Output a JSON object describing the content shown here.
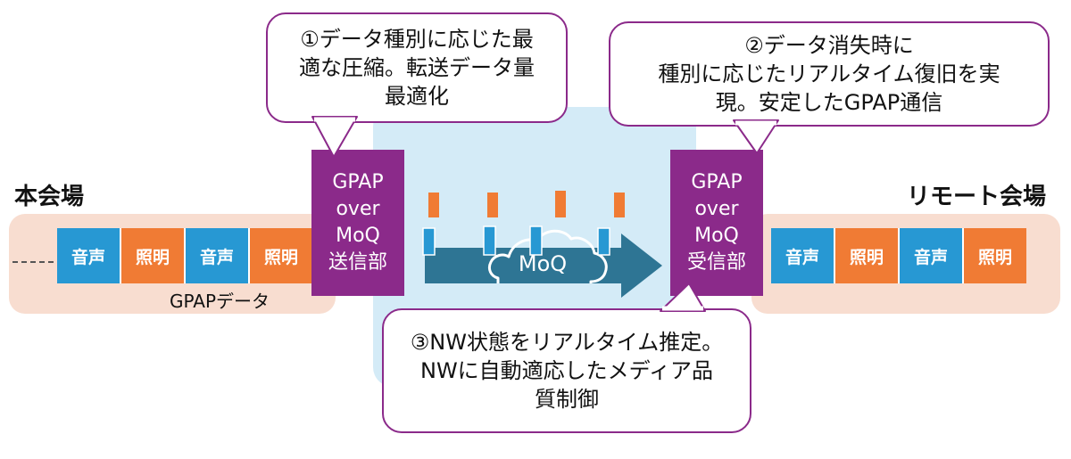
{
  "venues": {
    "main": "本会場",
    "remote": "リモート会場"
  },
  "left_packets": [
    "音声",
    "照明",
    "音声",
    "照明"
  ],
  "right_packets": [
    "音声",
    "照明",
    "音声",
    "照明"
  ],
  "gpap_data_label": "GPAPデータ",
  "sender_unit": {
    "lines": [
      "GPAP",
      "over",
      "MoQ",
      "送信部"
    ]
  },
  "receiver_unit": {
    "lines": [
      "GPAP",
      "over",
      "MoQ",
      "受信部"
    ]
  },
  "cloud_label": "MoQ",
  "callouts": {
    "c1": [
      "①データ種別に応じた最",
      "適な圧縮。転送データ量",
      "最適化"
    ],
    "c2": [
      "②データ消失時に",
      "種別に応じたリアルタイム復旧を実",
      "現。安定したGPAP通信"
    ],
    "c3": [
      "③NW状態をリアルタイム推定。",
      "NWに自動適応したメディア品",
      "質制御"
    ]
  },
  "colors": {
    "unit_purple": "#8b2a8a",
    "audio_blue": "#2798d3",
    "lighting_orange": "#f07b34",
    "venue_band": "#f8ddd0",
    "network_area": "#d4ebf7",
    "flow_arrow": "#2e7594"
  }
}
